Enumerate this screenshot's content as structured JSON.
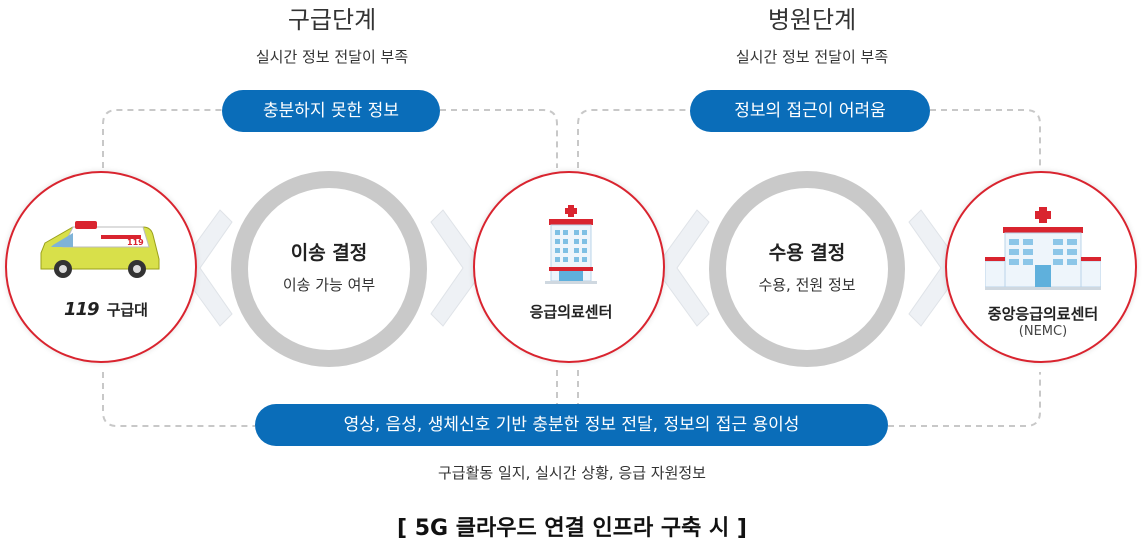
{
  "stages": {
    "emergency": {
      "title": "구급단계",
      "subtitle": "실시간 정보 전달이 부족",
      "pill": "충분하지 못한 정보"
    },
    "hospital": {
      "title": "병원단계",
      "subtitle": "실시간 정보 전달이 부족",
      "pill": "정보의 접근이 어려움"
    }
  },
  "nodes": {
    "ambulance": {
      "logo": "119",
      "label": "구급대",
      "icon": "ambulance-icon"
    },
    "center": {
      "label": "응급의료센터",
      "icon": "hospital-building-icon"
    },
    "nemc": {
      "label": "중앙응급의료센터",
      "sub": "(NEMC)",
      "icon": "hospital-icon"
    }
  },
  "decisions": {
    "transfer": {
      "title": "이송 결정",
      "sub": "이송 가능 여부"
    },
    "accept": {
      "title": "수용 결정",
      "sub": "수용, 전원 정보"
    }
  },
  "bottom": {
    "pill": "영상, 음성, 생체신호 기반 충분한 정보 전달, 정보의 접근 용이성",
    "sub": "구급활동 일지, 실시간 상황, 응급 자원정보"
  },
  "caption": "[ 5G 클라우드 연결 인프라 구축 시 ]",
  "colors": {
    "accent_blue": "#0a6db9",
    "node_red": "#d9242f",
    "ring_gray": "#c9c9c9",
    "dash_gray": "#c8c8c8"
  }
}
